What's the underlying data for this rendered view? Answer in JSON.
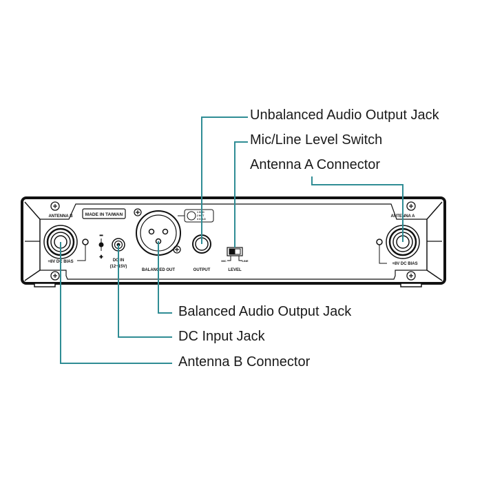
{
  "diagram": {
    "title": "Receiver Rear Panel",
    "accent_color": "#2e8c94",
    "panel_labels": {
      "antenna_b": "ANTENNA B",
      "antenna_a": "ANTENNA A",
      "dc_bias_left": "+8V DC BIAS",
      "dc_bias_right": "+8V DC BIAS",
      "made_in": "MADE IN TAIWAN",
      "dc_in_line1": "DC IN",
      "dc_in_line2": "(12~15V)",
      "polarity_minus": "−",
      "polarity_plus": "+",
      "balanced_out": "BALANCED OUT",
      "output": "OUTPUT",
      "level": "LEVEL",
      "mic": "MIC",
      "line": "LINE",
      "pin_1": "1 GND",
      "pin_2": "2 HOT",
      "pin_3": "3 COLD"
    },
    "callouts": [
      {
        "id": "unbalanced-output",
        "label": "Unbalanced Audio Output Jack"
      },
      {
        "id": "level-switch",
        "label": "Mic/Line Level Switch"
      },
      {
        "id": "antenna-a",
        "label": "Antenna A Connector"
      },
      {
        "id": "balanced-output",
        "label": "Balanced Audio Output Jack"
      },
      {
        "id": "dc-input",
        "label": "DC Input Jack"
      },
      {
        "id": "antenna-b",
        "label": "Antenna B Connector"
      }
    ]
  }
}
